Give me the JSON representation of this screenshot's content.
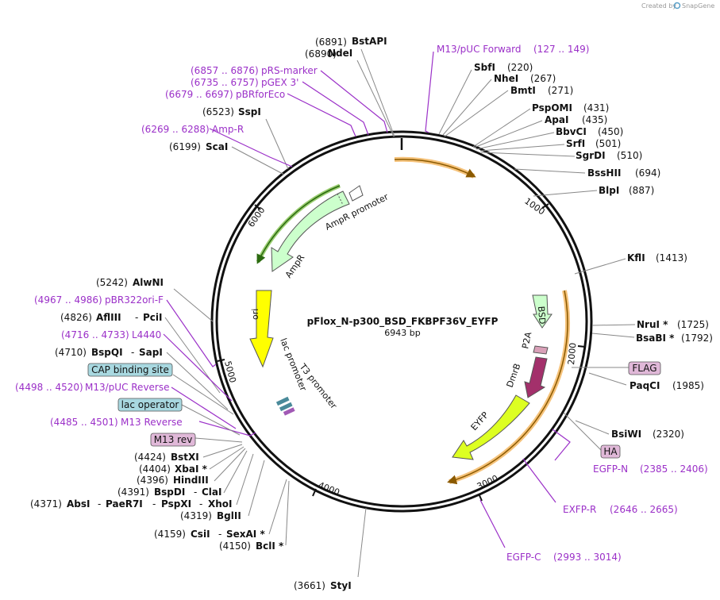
{
  "credit": {
    "prefix": "Created by",
    "brand": "SnapGene"
  },
  "plasmid": {
    "name": "pFlox_N-p300_BSD_FKBPF36V_EYFP",
    "size": "6943 bp"
  },
  "ticks": [
    "1000",
    "2000",
    "3000",
    "4000",
    "5000",
    "6000"
  ],
  "features": {
    "ampr_promoter": "AmpR promoter",
    "ampr": "AmpR",
    "ori": "ori",
    "lac_promoter": "lac promoter",
    "t3_promoter": "T3 promoter",
    "bsd": "BSD",
    "p2a": "P2A",
    "dmrb": "DmrB",
    "eyfp": "EYFP"
  },
  "boxes": {
    "cap": "CAP binding site",
    "lacop": "lac operator",
    "m13rev": "M13 rev",
    "flag": "FLAG",
    "ha": "HA"
  },
  "primers": {
    "m13puc_fwd": {
      "name": "M13/pUC Forward",
      "range": "(127 .. 149)"
    },
    "prs_marker": {
      "range": "(6857 .. 6876)",
      "name": "pRS-marker"
    },
    "pgex3": {
      "range": "(6735 .. 6757)",
      "name": "pGEX 3'"
    },
    "pbrforeco": {
      "range": "(6679 .. 6697)",
      "name": "pBRforEco"
    },
    "ampr": {
      "range": "(6269 .. 6288)",
      "name": "Amp-R"
    },
    "pbr322ori": {
      "range": "(4967 .. 4986)",
      "name": "pBR322ori-F"
    },
    "l4440": {
      "range": "(4716 .. 4733)",
      "name": "L4440"
    },
    "m13puc_rev": {
      "range": "(4498 .. 4520)",
      "name": "M13/pUC Reverse"
    },
    "m13_rev": {
      "range": "(4485 .. 4501)",
      "name": "M13 Reverse"
    },
    "egfp_n": {
      "name": "EGFP-N",
      "range": "(2385 .. 2406)"
    },
    "exfp_r": {
      "name": "EXFP-R",
      "range": "(2646 .. 2665)"
    },
    "egfp_c": {
      "name": "EGFP-C",
      "range": "(2993 .. 3014)"
    }
  },
  "sites": {
    "bstapi": {
      "pos": "(6891)",
      "name": "BstAPI"
    },
    "ndei": {
      "pos": "(6890)",
      "name": "NdeI"
    },
    "sspi": {
      "pos": "(6523)",
      "name": "SspI"
    },
    "scai": {
      "pos": "(6199)",
      "name": "ScaI"
    },
    "sbfi": {
      "name": "SbfI",
      "pos": "(220)"
    },
    "nhei": {
      "name": "NheI",
      "pos": "(267)"
    },
    "bmti": {
      "name": "BmtI",
      "pos": "(271)"
    },
    "pspomi": {
      "name": "PspOMI",
      "pos": "(431)"
    },
    "apai": {
      "name": "ApaI",
      "pos": "(435)"
    },
    "bbvci": {
      "name": "BbvCI",
      "pos": "(450)"
    },
    "srfi": {
      "name": "SrfI",
      "pos": "(501)"
    },
    "sgrdi": {
      "name": "SgrDI",
      "pos": "(510)"
    },
    "bsshii": {
      "name": "BssHII",
      "pos": "(694)"
    },
    "blpi": {
      "name": "BlpI",
      "pos": "(887)"
    },
    "kfli": {
      "name": "KflI",
      "pos": "(1413)"
    },
    "nrui": {
      "name": "NruI *",
      "pos": "(1725)"
    },
    "bsabi": {
      "name": "BsaBI *",
      "pos": "(1792)"
    },
    "paqci": {
      "name": "PaqCI",
      "pos": "(1985)"
    },
    "bsiwi": {
      "name": "BsiWI",
      "pos": "(2320)"
    },
    "alwni": {
      "pos": "(5242)",
      "name": "AlwNI"
    },
    "afliii": {
      "pos": "(4826)",
      "name": "AflIII",
      "sep": "-",
      "name2": "PciI"
    },
    "bspqi": {
      "pos": "(4710)",
      "name": "BspQI",
      "sep": "-",
      "name2": "SapI"
    },
    "bstxi": {
      "pos": "(4424)",
      "name": "BstXI"
    },
    "xbai": {
      "pos": "(4404)",
      "name": "XbaI *"
    },
    "hindiii": {
      "pos": "(4396)",
      "name": "HindIII"
    },
    "bspdi": {
      "pos": "(4391)",
      "name": "BspDI",
      "sep": "-",
      "name2": "ClaI"
    },
    "absi": {
      "pos": "(4371)",
      "name": "AbsI",
      "sep": "-",
      "name2": "PaeR7I",
      "sep2": "-",
      "name3": "PspXI",
      "sep3": "-",
      "name4": "XhoI"
    },
    "bglii": {
      "pos": "(4319)",
      "name": "BglII"
    },
    "csii": {
      "pos": "(4159)",
      "name": "CsiI",
      "sep": "-",
      "name2": "SexAI *"
    },
    "bcli": {
      "pos": "(4150)",
      "name": "BclI *"
    },
    "styi": {
      "pos": "(3661)",
      "name": "StyI"
    }
  },
  "colors": {
    "backbone": "#111111",
    "primer": "#9b30c8",
    "ampr": "#ccffcc",
    "ampr_dark": "#3a8a1a",
    "ori": "#ffff00",
    "bsd": "#ccffcc",
    "p2a": "#d9a0b8",
    "dmrb": "#a3306b",
    "eyfp": "#ddff22",
    "orange": "#f5a623",
    "cap_box": "#a8d8e0",
    "mauve_box": "#e0b8d8"
  }
}
